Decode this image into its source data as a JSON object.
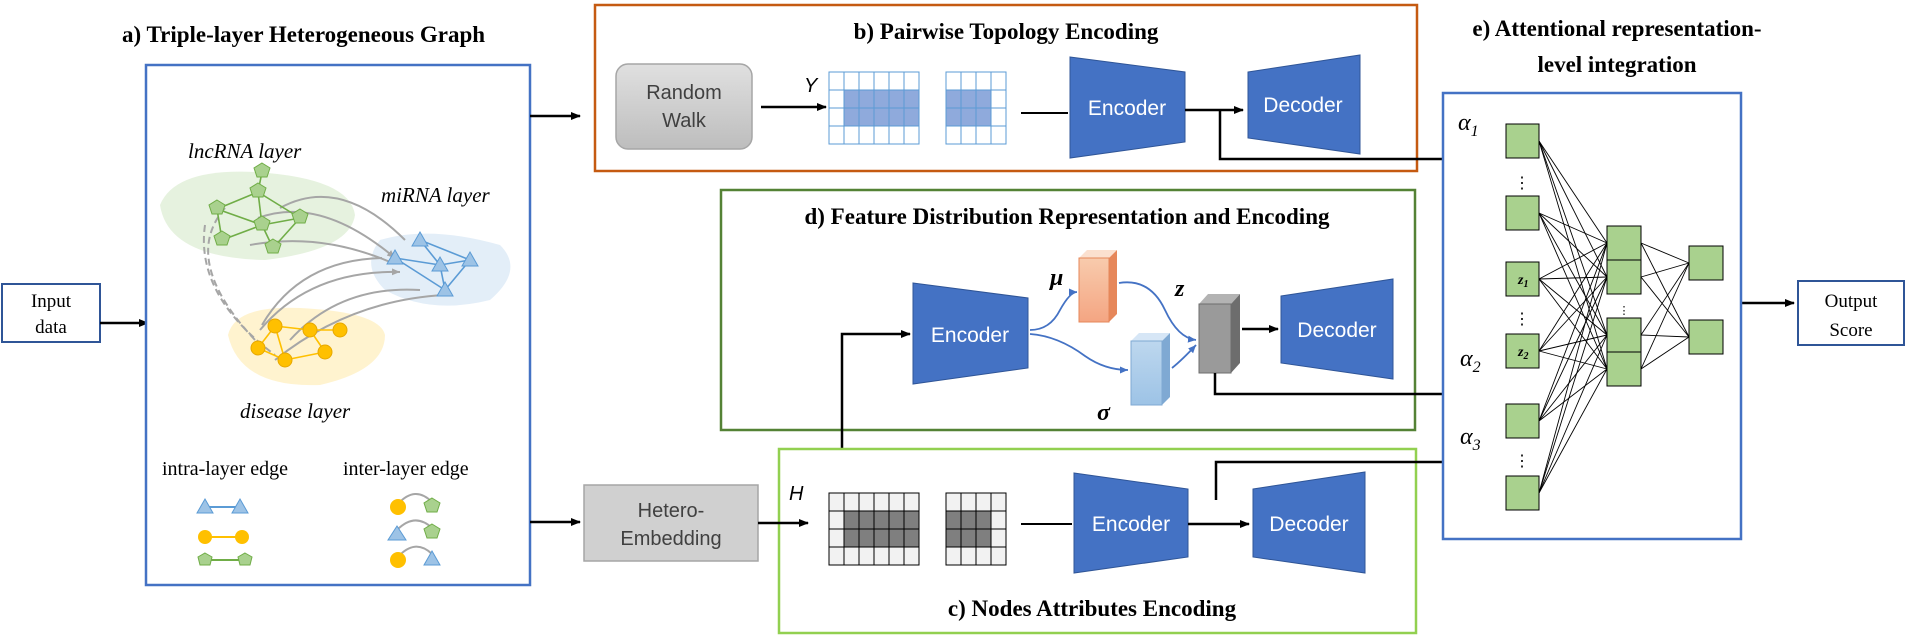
{
  "colors": {
    "blue_box": "#4472c4",
    "orange_box": "#c55a11",
    "dark_green_box": "#548235",
    "light_green_box": "#92d050",
    "encoder_fill": "#4472c4",
    "node_green": "#a9d18e",
    "input_border": "#2f5597"
  },
  "input": {
    "line1": "Input",
    "line2": "data"
  },
  "output": {
    "line1": "Output",
    "line2": "Score"
  },
  "panel_a": {
    "title": "a) Triple-layer Heterogeneous Graph",
    "lnc_label": "lncRNA layer",
    "mi_label": "miRNA layer",
    "dis_label": "disease layer",
    "intra_label": "intra-layer edge",
    "inter_label": "inter-layer edge"
  },
  "panel_b": {
    "title": "b) Pairwise Topology Encoding",
    "random_walk_line1": "Random",
    "random_walk_line2": "Walk",
    "y_label": "Y",
    "encoder": "Encoder",
    "decoder": "Decoder"
  },
  "panel_c": {
    "title": "c) Nodes Attributes Encoding",
    "hetero_line1": "Hetero-",
    "hetero_line2": "Embedding",
    "h_label": "H",
    "encoder": "Encoder",
    "decoder": "Decoder"
  },
  "panel_d": {
    "title": "d) Feature Distribution Representation and Encoding",
    "mu": "μ",
    "sigma": "σ",
    "z": "z",
    "encoder": "Encoder",
    "decoder": "Decoder"
  },
  "panel_e": {
    "title_line1": "e) Attentional representation-",
    "title_line2": "level integration",
    "alpha1": "α",
    "alpha1_sub": "1",
    "alpha2": "α",
    "alpha2_sub": "2",
    "alpha3": "α",
    "alpha3_sub": "3",
    "z1": "z",
    "z1_sub": "1",
    "z2": "z",
    "z2_sub": "2",
    "dots": "⋮"
  }
}
